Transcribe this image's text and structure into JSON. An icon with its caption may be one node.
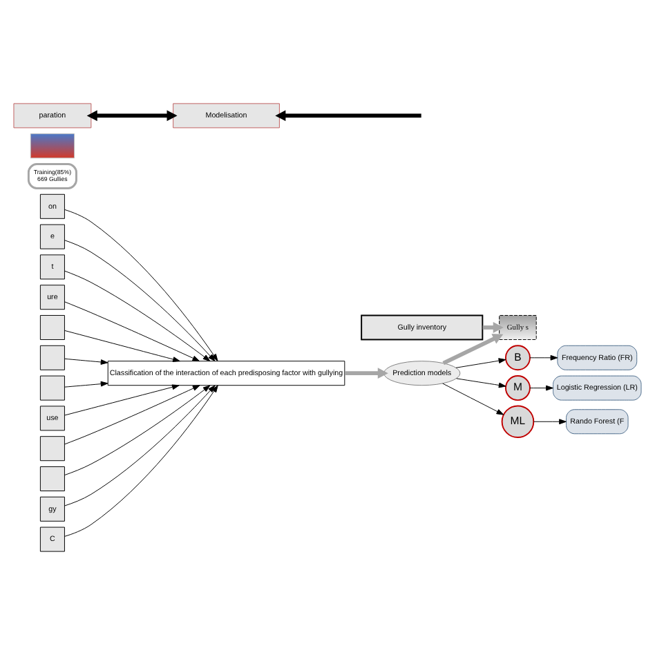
{
  "diagram": {
    "nodes": [
      {
        "text": [
          "on"
        ]
      },
      {
        "text": [
          "e"
        ]
      },
      {
        "text": [
          "t"
        ]
      },
      {
        "text": [
          "ure"
        ]
      },
      {
        "text": [],
        "shape": "box"
      },
      {
        "text": [],
        "shape": "box"
      },
      {
        "text": [],
        "shape": "box"
      },
      {
        "text": [
          "use"
        ]
      },
      {
        "text": [],
        "shape": "box"
      },
      {
        "text": [],
        "shape": "box"
      },
      {
        "text": [
          "gy"
        ]
      },
      {
        "text": [
          "C"
        ]
      },
      {
        "text": [
          "Classification of the interaction of each predisposing factor with gullying"
        ]
      },
      {
        "text": [
          "Training(85%)",
          "669 Gullies"
        ]
      },
      {
        "text": [
          "Gully inventory"
        ]
      },
      {
        "text": [
          "Gully s"
        ]
      },
      {
        "text": [],
        "shape": "picture"
      },
      {
        "text": [
          "Prediction models"
        ]
      },
      {
        "text": [
          "B"
        ]
      },
      {
        "text": [
          "M"
        ]
      },
      {
        "text": [
          "ML"
        ]
      },
      {
        "text": [
          "Frequency Ratio (FR)"
        ]
      },
      {
        "text": [
          "Logistic Regression (LR)"
        ]
      },
      {
        "text": [
          "Rando Forest (F"
        ]
      },
      {
        "text": [
          "paration"
        ]
      },
      {
        "text": [
          "Modelisation"
        ]
      }
    ],
    "edges": [
      {
        "from": 0,
        "to": 12,
        "arrow": "to"
      },
      {
        "from": 1,
        "to": 12,
        "arrow": "to"
      },
      {
        "from": 2,
        "to": 12,
        "arrow": "to"
      },
      {
        "from": 3,
        "to": 12,
        "arrow": "to"
      },
      {
        "from": 4,
        "to": 12,
        "arrow": "to"
      },
      {
        "from": 5,
        "to": 12,
        "arrow": "to"
      },
      {
        "from": 6,
        "to": 12,
        "arrow": "to"
      },
      {
        "from": 7,
        "to": 12,
        "arrow": "to"
      },
      {
        "from": 8,
        "to": 12,
        "arrow": "to"
      },
      {
        "from": 9,
        "to": 12,
        "arrow": "to"
      },
      {
        "from": 10,
        "to": 12,
        "arrow": "to"
      },
      {
        "from": 11,
        "to": 12,
        "arrow": "to"
      },
      {
        "from": 12,
        "to": 17,
        "arrow": "to",
        "style": "thick",
        "color": "#a6a6a6"
      },
      {
        "from": 14,
        "to": 15,
        "arrow": "to",
        "style": "thick",
        "color": "#a6a6a6"
      },
      {
        "from": 17,
        "to": 15,
        "arrow": "to",
        "style": "thick",
        "color": "#a6a6a6"
      },
      {
        "from": 17,
        "to": 18,
        "arrow": "to"
      },
      {
        "from": 17,
        "to": 19,
        "arrow": "to"
      },
      {
        "from": 17,
        "to": 20,
        "arrow": "to"
      },
      {
        "from": 18,
        "to": 21,
        "arrow": "to"
      },
      {
        "from": 19,
        "to": 22,
        "arrow": "to"
      },
      {
        "from": 20,
        "to": 23,
        "arrow": "to"
      },
      {
        "from": 24,
        "to": 25,
        "arrow": "both",
        "style": "thick"
      },
      {
        "from": null,
        "to": 25,
        "arrow": "to",
        "style": "thick"
      }
    ]
  }
}
